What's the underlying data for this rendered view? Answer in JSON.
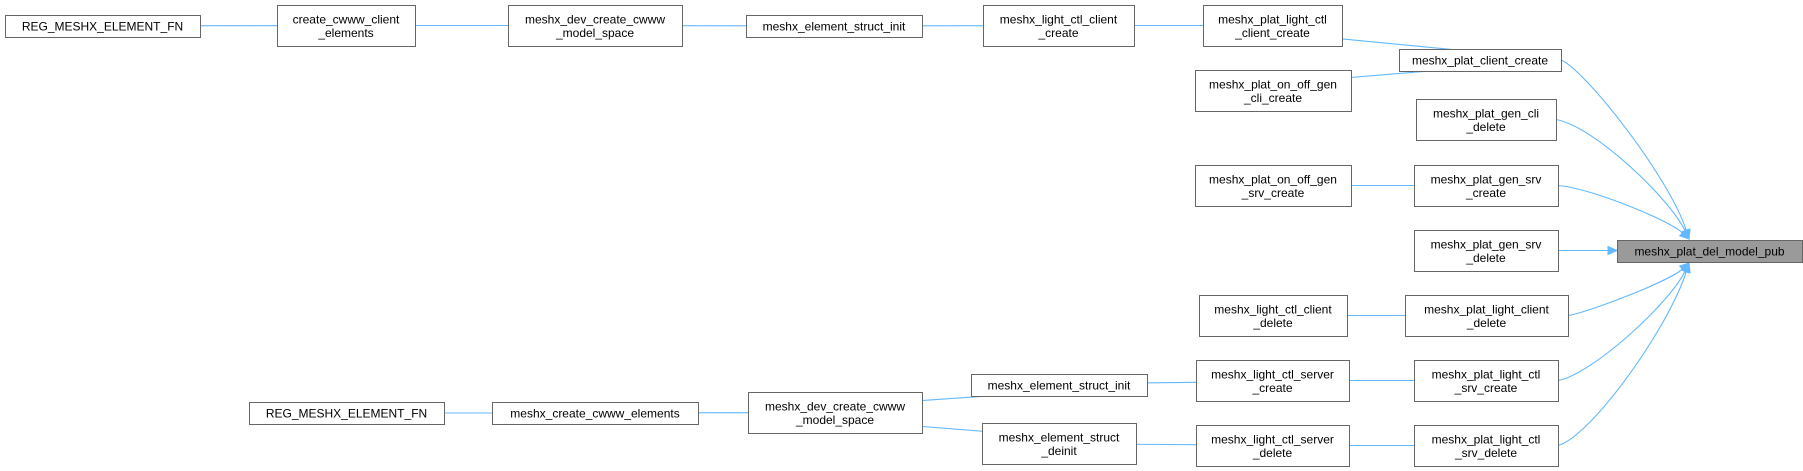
{
  "diagram": {
    "type": "call-graph",
    "colors": {
      "edge": "#63b8ff",
      "root_fill": "#9a9a9a",
      "node_border": "#666666",
      "node_fill": "#ffffff"
    },
    "nodes": [
      {
        "id": "root",
        "lines": [
          "meshx_plat_del_model_pub"
        ],
        "root": true
      },
      {
        "id": "client_create",
        "lines": [
          "meshx_plat_client_create"
        ]
      },
      {
        "id": "gen_cli_delete",
        "lines": [
          "meshx_plat_gen_cli",
          "_delete"
        ]
      },
      {
        "id": "gen_srv_create",
        "lines": [
          "meshx_plat_gen_srv",
          "_create"
        ]
      },
      {
        "id": "gen_srv_delete",
        "lines": [
          "meshx_plat_gen_srv",
          "_delete"
        ]
      },
      {
        "id": "light_client_delete",
        "lines": [
          "meshx_plat_light_client",
          "_delete"
        ]
      },
      {
        "id": "light_ctl_srv_create",
        "lines": [
          "meshx_plat_light_ctl",
          "_srv_create"
        ]
      },
      {
        "id": "light_ctl_srv_delete",
        "lines": [
          "meshx_plat_light_ctl",
          "_srv_delete"
        ]
      },
      {
        "id": "plat_light_ctl_client_create",
        "lines": [
          "meshx_plat_light_ctl",
          "_client_create"
        ]
      },
      {
        "id": "on_off_gen_cli_create",
        "lines": [
          "meshx_plat_on_off_gen",
          "_cli_create"
        ]
      },
      {
        "id": "on_off_gen_srv_create",
        "lines": [
          "meshx_plat_on_off_gen",
          "_srv_create"
        ]
      },
      {
        "id": "light_ctl_client_delete",
        "lines": [
          "meshx_light_ctl_client",
          "_delete"
        ]
      },
      {
        "id": "light_ctl_server_create",
        "lines": [
          "meshx_light_ctl_server",
          "_create"
        ]
      },
      {
        "id": "light_ctl_server_delete",
        "lines": [
          "meshx_light_ctl_server",
          "_delete"
        ]
      },
      {
        "id": "light_ctl_client_create",
        "lines": [
          "meshx_light_ctl_client",
          "_create"
        ]
      },
      {
        "id": "element_struct_init_top",
        "lines": [
          "meshx_element_struct_init"
        ]
      },
      {
        "id": "element_struct_init_bottom",
        "lines": [
          "meshx_element_struct_init"
        ]
      },
      {
        "id": "element_struct_deinit",
        "lines": [
          "meshx_element_struct",
          "_deinit"
        ]
      },
      {
        "id": "dev_create_top",
        "lines": [
          "meshx_dev_create_cwww",
          "_model_space"
        ]
      },
      {
        "id": "dev_create_bottom",
        "lines": [
          "meshx_dev_create_cwww",
          "_model_space"
        ]
      },
      {
        "id": "create_cwww_client_elements",
        "lines": [
          "create_cwww_client",
          "_elements"
        ]
      },
      {
        "id": "create_cwww_elements",
        "lines": [
          "meshx_create_cwww_elements"
        ]
      },
      {
        "id": "reg_top",
        "lines": [
          "REG_MESHX_ELEMENT_FN"
        ]
      },
      {
        "id": "reg_bottom",
        "lines": [
          "REG_MESHX_ELEMENT_FN"
        ]
      }
    ],
    "edges": [
      {
        "from": "client_create",
        "to": "root"
      },
      {
        "from": "gen_cli_delete",
        "to": "root"
      },
      {
        "from": "gen_srv_create",
        "to": "root"
      },
      {
        "from": "gen_srv_delete",
        "to": "root"
      },
      {
        "from": "light_client_delete",
        "to": "root"
      },
      {
        "from": "light_ctl_srv_create",
        "to": "root"
      },
      {
        "from": "light_ctl_srv_delete",
        "to": "root"
      },
      {
        "from": "plat_light_ctl_client_create",
        "to": "client_create"
      },
      {
        "from": "on_off_gen_cli_create",
        "to": "client_create"
      },
      {
        "from": "on_off_gen_srv_create",
        "to": "gen_srv_create"
      },
      {
        "from": "light_ctl_client_delete",
        "to": "light_client_delete"
      },
      {
        "from": "light_ctl_server_create",
        "to": "light_ctl_srv_create"
      },
      {
        "from": "light_ctl_server_delete",
        "to": "light_ctl_srv_delete"
      },
      {
        "from": "light_ctl_client_create",
        "to": "plat_light_ctl_client_create"
      },
      {
        "from": "element_struct_init_top",
        "to": "light_ctl_client_create"
      },
      {
        "from": "element_struct_init_bottom",
        "to": "light_ctl_server_create"
      },
      {
        "from": "element_struct_deinit",
        "to": "light_ctl_server_delete"
      },
      {
        "from": "dev_create_top",
        "to": "element_struct_init_top"
      },
      {
        "from": "dev_create_bottom",
        "to": "element_struct_init_bottom"
      },
      {
        "from": "dev_create_bottom",
        "to": "element_struct_deinit"
      },
      {
        "from": "create_cwww_client_elements",
        "to": "dev_create_top"
      },
      {
        "from": "create_cwww_elements",
        "to": "dev_create_bottom"
      },
      {
        "from": "reg_top",
        "to": "create_cwww_client_elements"
      },
      {
        "from": "reg_bottom",
        "to": "create_cwww_elements"
      }
    ]
  }
}
